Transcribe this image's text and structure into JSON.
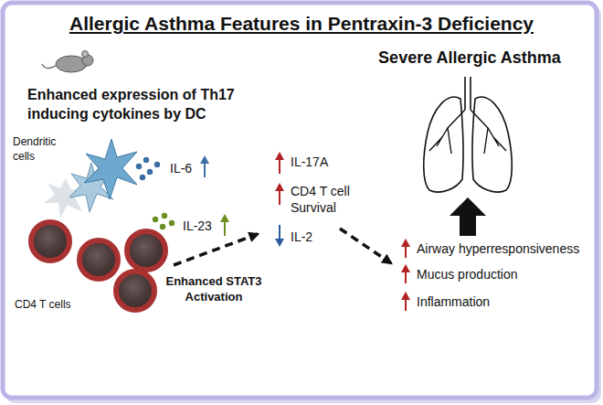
{
  "diagram": {
    "title": "Allergic Asthma Features in Pentraxin-3 Deficiency",
    "labels": [
      "Enhanced expression of Th17 inducing cytokines by DC",
      "Dendritic cells",
      "IL-6",
      "IL-23",
      "CD4 T cells",
      "Enhanced STAT3 Activation",
      "IL-17A",
      "CD4 T cell Survival",
      "IL-2",
      "Severe Allergic Asthma",
      "Airway hyperresponsiveness",
      "Mucus production",
      "Inflammation"
    ]
  }
}
